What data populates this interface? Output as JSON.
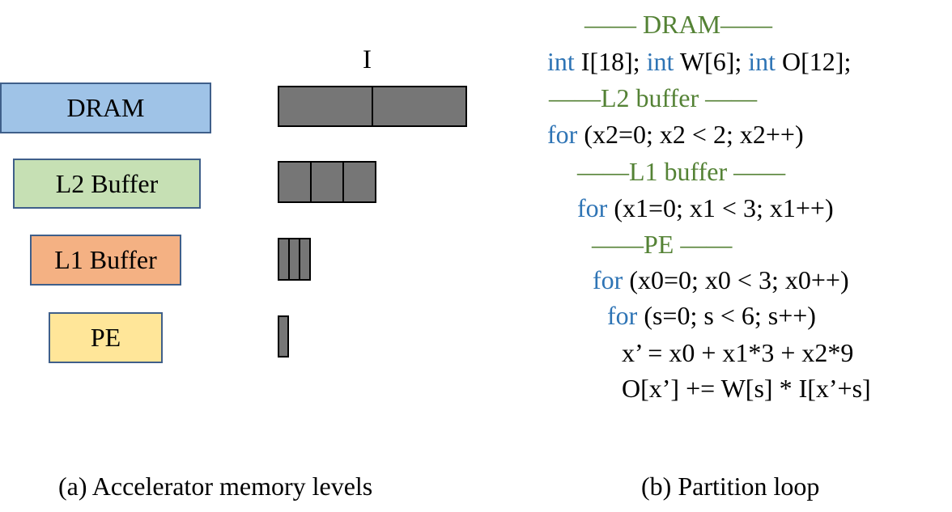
{
  "memory_levels": {
    "dram": "DRAM",
    "l2": "L2 Buffer",
    "l1": "L1 Buffer",
    "pe": "PE",
    "tensor_label": "I"
  },
  "captions": {
    "a": "(a) Accelerator memory levels",
    "b": "(b) Partition loop"
  },
  "code": {
    "dram_header": "—— DRAM——",
    "decl": {
      "kw1": "int",
      "t1": " I[18]; ",
      "kw2": "int",
      "t2": " W[6]; ",
      "kw3": "int",
      "t3": " O[12];"
    },
    "l2_header": "——L2 buffer ——",
    "loop_x2": {
      "kw": "for",
      "rest": " (x2=0; x2 < 2; x2++)"
    },
    "l1_header": "——L1 buffer ——",
    "loop_x1": {
      "kw": "for",
      "rest": " (x1=0; x1 < 3; x1++)"
    },
    "pe_header": "——PE ——",
    "loop_x0": {
      "kw": "for",
      "rest": " (x0=0; x0 < 3; x0++)"
    },
    "loop_s": {
      "kw": "for",
      "rest": " (s=0; s < 6; s++)"
    },
    "stmt1": "x’ = x0 + x1*3 + x2*9",
    "stmt2": "O[x’] += W[s] * I[x’+s]"
  },
  "colors": {
    "dram_box": "#9fc3e7",
    "l2_box": "#c6e0b4",
    "l1_box": "#f4b183",
    "pe_box": "#ffe699",
    "segment_fill": "#767676",
    "header_green": "#548235",
    "keyword_blue": "#2e74b5"
  }
}
